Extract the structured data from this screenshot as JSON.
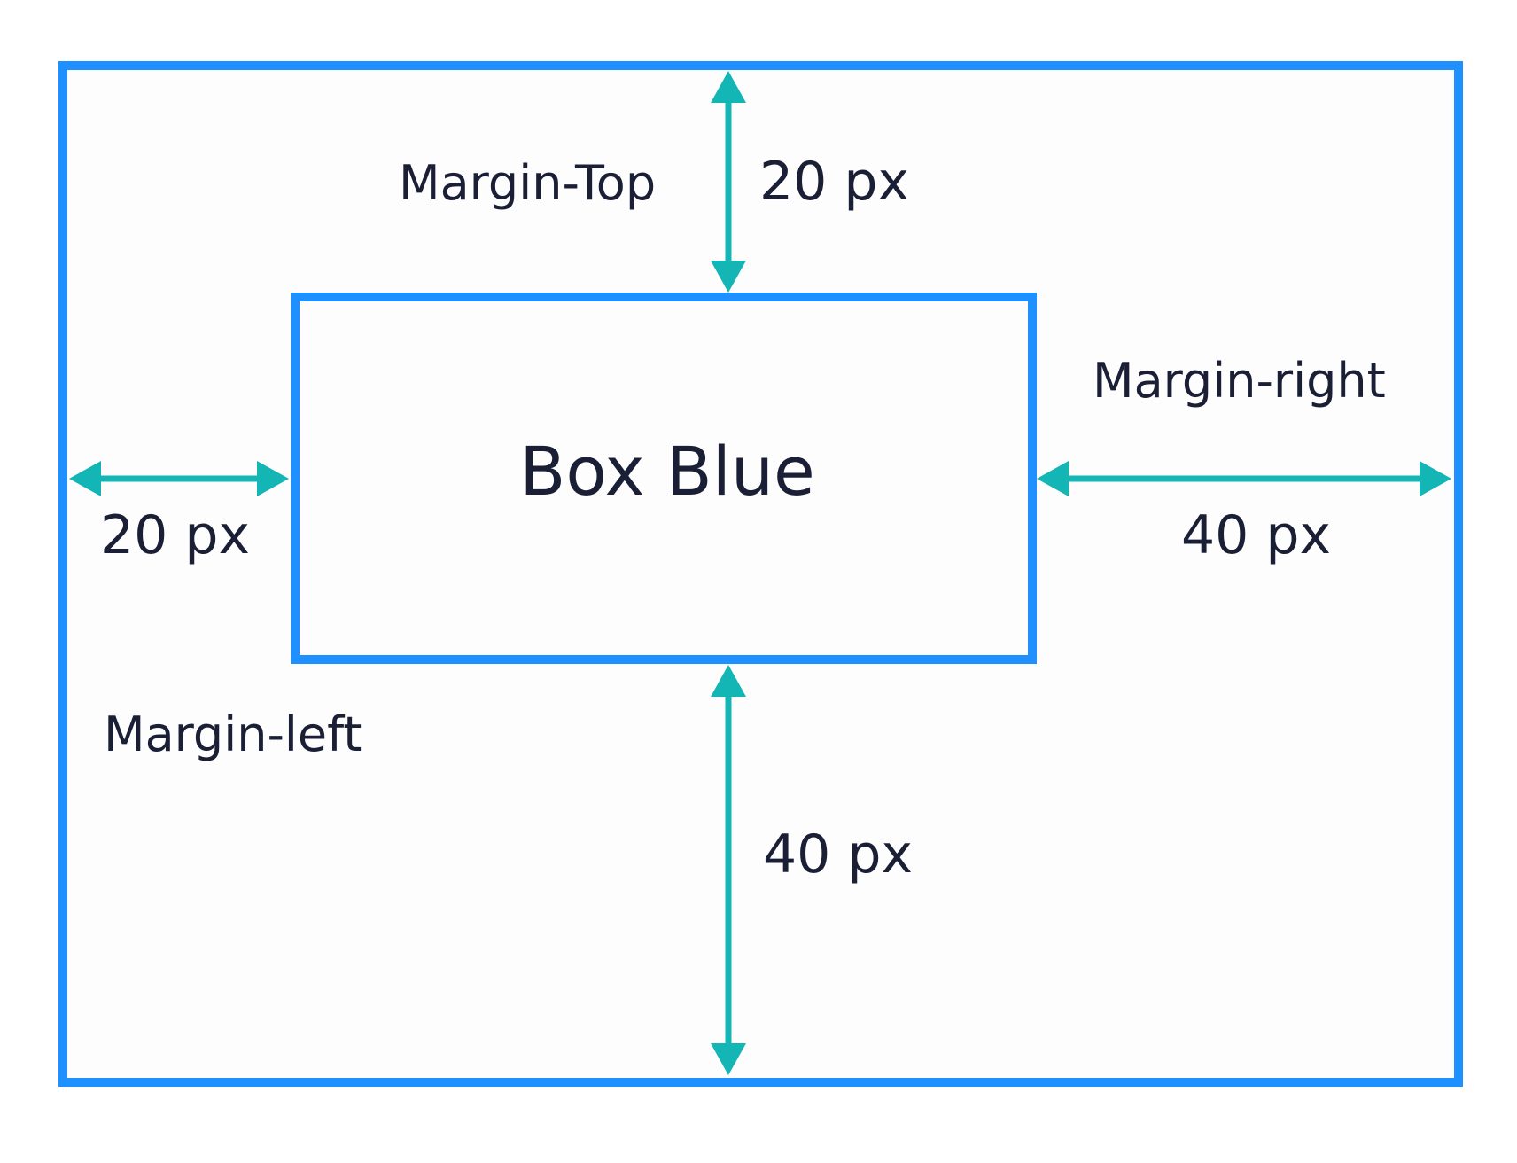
{
  "diagram": {
    "inner_box_label": "Box Blue",
    "margin_top": {
      "label": "Margin-Top",
      "value": "20 px"
    },
    "margin_right": {
      "label": "Margin-right",
      "value": "40 px"
    },
    "margin_bottom": {
      "value": "40 px"
    },
    "margin_left": {
      "label": "Margin-left",
      "value": "20 px"
    }
  },
  "colors": {
    "border": "#1e90ff",
    "arrow": "#14b5b5",
    "text": "#1a1f36",
    "background": "#fdfdfd"
  }
}
